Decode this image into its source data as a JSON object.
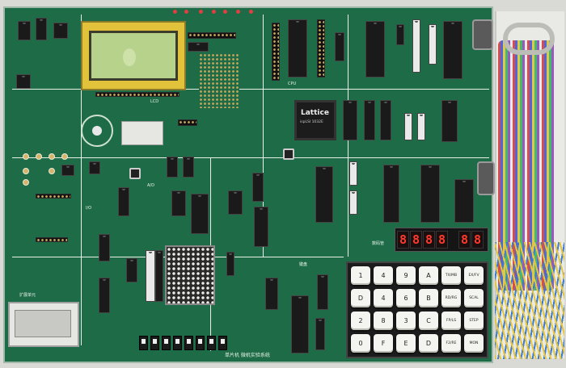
{
  "board": {
    "title_label": "单片机  微机实验系统",
    "cpu_chip_label": "Lattice",
    "cpu_chip_part": "ispLSI 1032E",
    "sections": {
      "lcd": "LCD",
      "cpu": "CPU",
      "keyboard": "键盘",
      "display": "数码管",
      "io": "I/O",
      "ad": "A/D",
      "expand": "扩展单元"
    }
  },
  "seven_segment": {
    "digits": [
      "8",
      "8",
      "8",
      "8",
      "8",
      "8"
    ]
  },
  "keypad": {
    "rows": [
      [
        "1",
        "4",
        "9",
        "A",
        "TX/MB",
        "EX/FV"
      ],
      [
        "D",
        "4",
        "6",
        "B",
        "RD/RG",
        "SCAL"
      ],
      [
        "2",
        "8",
        "3",
        "C",
        "FP/LS",
        "STEP"
      ],
      [
        "0",
        "F",
        "E",
        "D",
        "F2/RE",
        "MON"
      ]
    ]
  },
  "colors": {
    "pcb": "#1e6b48",
    "lcd_screen": "#b7d28a",
    "lcd_frame": "#e2c23a",
    "segment": "#ff3a2c"
  }
}
